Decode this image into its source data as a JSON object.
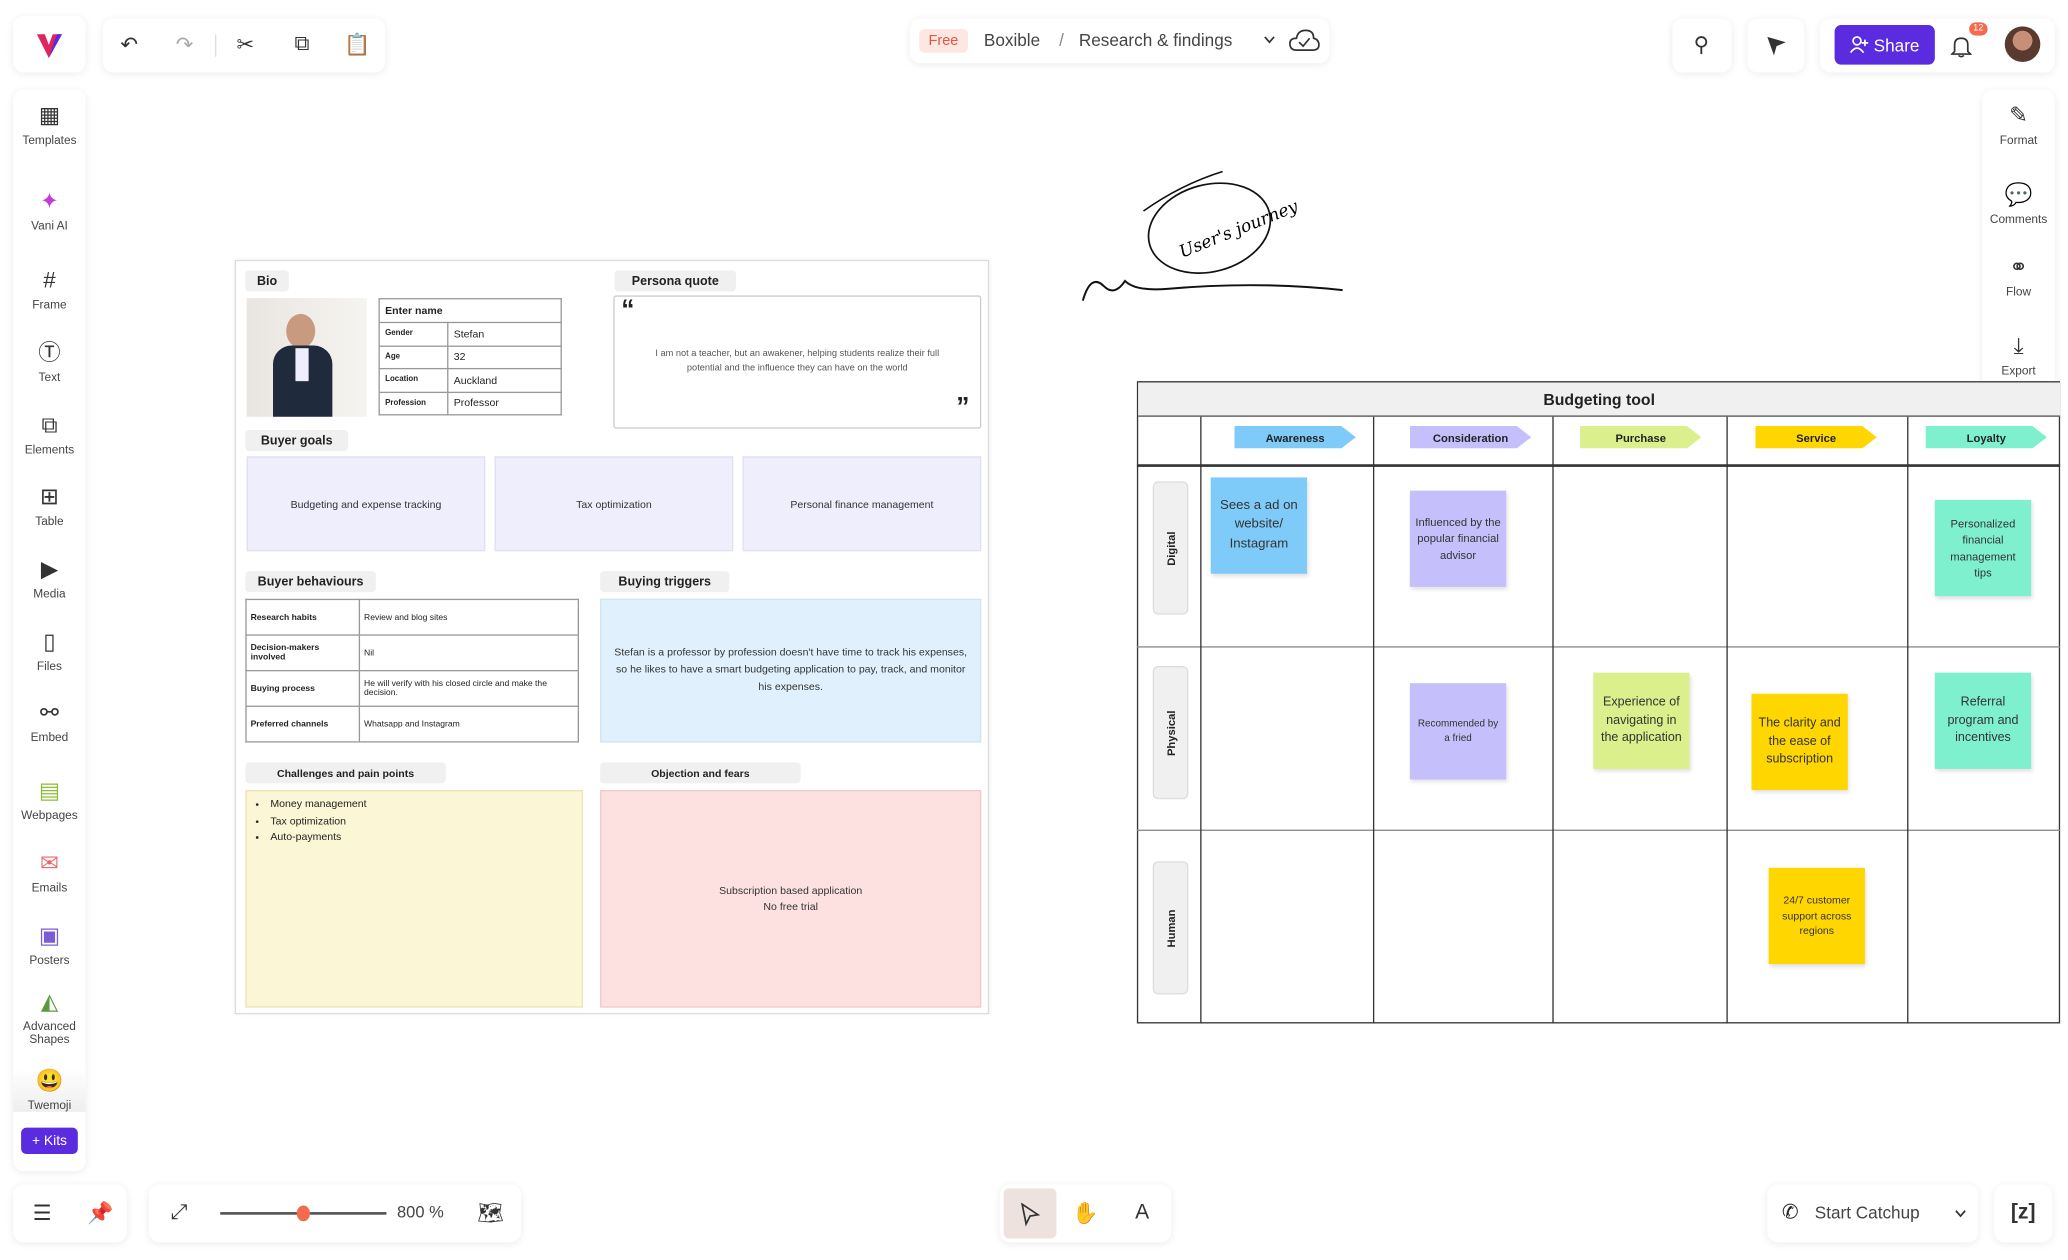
{
  "topbar": {
    "plan_badge": "Free",
    "workspace": "Boxible",
    "separator": "/",
    "document": "Research & findings",
    "share_label": "Share",
    "notification_count": "12"
  },
  "left_sidebar": {
    "items": [
      {
        "label": "Templates"
      },
      {
        "label": "Vani AI"
      },
      {
        "label": "Frame"
      },
      {
        "label": "Text"
      },
      {
        "label": "Elements"
      },
      {
        "label": "Table"
      },
      {
        "label": "Media"
      },
      {
        "label": "Files"
      },
      {
        "label": "Embed"
      },
      {
        "label": "Webpages"
      },
      {
        "label": "Emails"
      },
      {
        "label": "Posters"
      },
      {
        "label": "Advanced Shapes"
      },
      {
        "label": "Twemoji"
      }
    ],
    "kits_label": "+ Kits"
  },
  "right_sidebar": {
    "items": [
      {
        "label": "Format"
      },
      {
        "label": "Comments"
      },
      {
        "label": "Flow"
      },
      {
        "label": "Export"
      }
    ]
  },
  "persona": {
    "bio_label": "Bio",
    "name_header": "Enter name",
    "fields": [
      {
        "k": "Gender",
        "v": "Stefan"
      },
      {
        "k": "Age",
        "v": "32"
      },
      {
        "k": "Location",
        "v": "Auckland"
      },
      {
        "k": "Profession",
        "v": "Professor"
      }
    ],
    "quote_label": "Persona quote",
    "quote": "I am not a teacher, but an awakener, helping students realize their full potential and the influence they can have on the world",
    "goals_label": "Buyer goals",
    "goals": [
      "Budgeting and expense tracking",
      "Tax optimization",
      "Personal finance management"
    ],
    "behaviours_label": "Buyer behaviours",
    "behaviours": [
      {
        "k": "Research habits",
        "v": "Review  and blog sites"
      },
      {
        "k": "Decision-makers involved",
        "v": "Nil"
      },
      {
        "k": "Buying process",
        "v": "He will verify with his closed circle and make the decision."
      },
      {
        "k": "Preferred channels",
        "v": "Whatsapp and Instagram"
      }
    ],
    "triggers_label": "Buying triggers",
    "triggers": "Stefan is a professor by profession doesn't have time to track his expenses, so he likes to have a smart budgeting application to pay, track, and monitor his expenses.",
    "challenges_label": "Challenges and pain points",
    "challenges": [
      "Money management",
      "Tax optimization",
      "Auto-payments"
    ],
    "objections_label": "Objection and fears",
    "objections": [
      "Subscription based application",
      "No free trial"
    ]
  },
  "sketch_text": "User's journey",
  "journey": {
    "title": "Budgeting tool",
    "stages": [
      {
        "label": "Awareness",
        "color": "#7ecbf9"
      },
      {
        "label": "Consideration",
        "color": "#c5c0fb"
      },
      {
        "label": "Purchase",
        "color": "#dbf08c"
      },
      {
        "label": "Service",
        "color": "#ffd600"
      },
      {
        "label": "Loyalty",
        "color": "#7ff0cd"
      }
    ],
    "rows": [
      "Digital",
      "Physical",
      "Human"
    ],
    "stickies": [
      "Sees a ad on website/ Instagram",
      "Influenced by the popular financial advisor",
      "Personalized financial management tips",
      "Recommended by a fried",
      "Experience of navigating in the application",
      "The clarity and the ease of subscription",
      "Referral program and incentives",
      "24/7 customer support across regions"
    ]
  },
  "bottom": {
    "zoom_label": "800 %",
    "zoom_slider_fraction": 0.5,
    "catchup_label": "Start Catchup"
  },
  "colors": {
    "accent": "#5b2be0",
    "slider": "#f26b4f",
    "free_badge_bg": "#fde7e3",
    "free_badge_text": "#e8553a"
  }
}
